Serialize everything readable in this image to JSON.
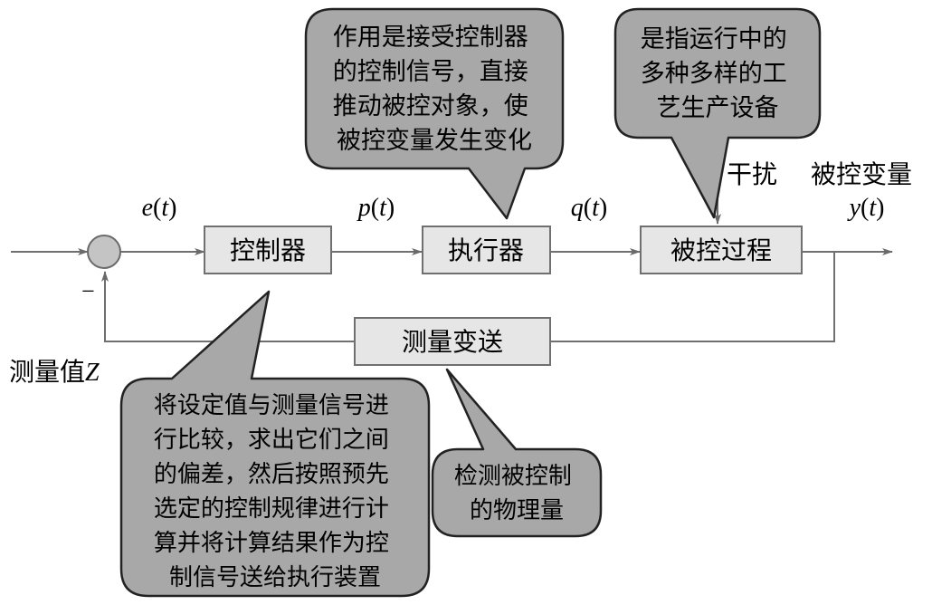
{
  "blocks": {
    "controller": "控制器",
    "actuator": "执行器",
    "process": "被控过程",
    "transmitter": "测量变送"
  },
  "signals": {
    "e": "e(t)",
    "p": "p(t)",
    "q": "q(t)",
    "y": "y(t)"
  },
  "labels": {
    "disturbance": "干扰",
    "controlled_variable": "被控变量",
    "measured_value": "测量值Z",
    "minus_sign": "−"
  },
  "callouts": {
    "actuator_note": [
      "作用是接受控制器",
      "的控制信号，直接",
      "推动被控对象，使",
      "被控变量发生变化"
    ],
    "process_note": [
      "是指运行中的",
      "多种多样的工",
      "艺生产设备"
    ],
    "controller_note": [
      "将设定值与测量信号进",
      "行比较，求出它们之间",
      "的偏差，然后按照预先",
      "选定的控制规律进行计",
      "算并将计算结果作为控",
      "制信号送给执行装置"
    ],
    "transmitter_note": [
      "检测被控制",
      "的物理量"
    ]
  },
  "colors": {
    "block_fill": "#e6e6e6",
    "callout_fill": "#a8a8a8",
    "line": "#707070",
    "text": "#000000"
  }
}
